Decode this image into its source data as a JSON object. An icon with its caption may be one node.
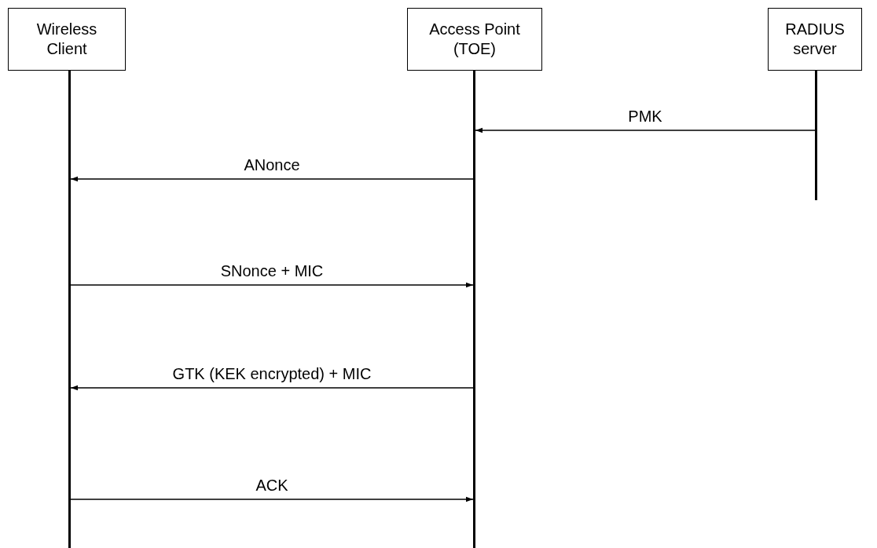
{
  "diagram": {
    "nodes": [
      {
        "text": [
          "Wireless Client"
        ]
      },
      {
        "text": [
          "Access Point (TOE)"
        ]
      },
      {
        "text": [
          "RADIUS server"
        ]
      },
      {
        "text": [],
        "shape": "bar"
      },
      {
        "text": [],
        "shape": "bar"
      },
      {
        "text": [],
        "shape": "bar"
      }
    ],
    "edges": [
      {
        "from": 5,
        "to": 4,
        "arrow": "to",
        "label": "PMK"
      },
      {
        "from": 4,
        "to": 3,
        "arrow": "to",
        "label": "ANonce"
      },
      {
        "from": 3,
        "to": 4,
        "arrow": "to",
        "label": "SNonce + MIC"
      },
      {
        "from": 4,
        "to": 3,
        "arrow": "to",
        "label": "GTK (KEK encrypted) + MIC"
      },
      {
        "from": 3,
        "to": 4,
        "arrow": "to",
        "label": "ACK"
      }
    ]
  }
}
